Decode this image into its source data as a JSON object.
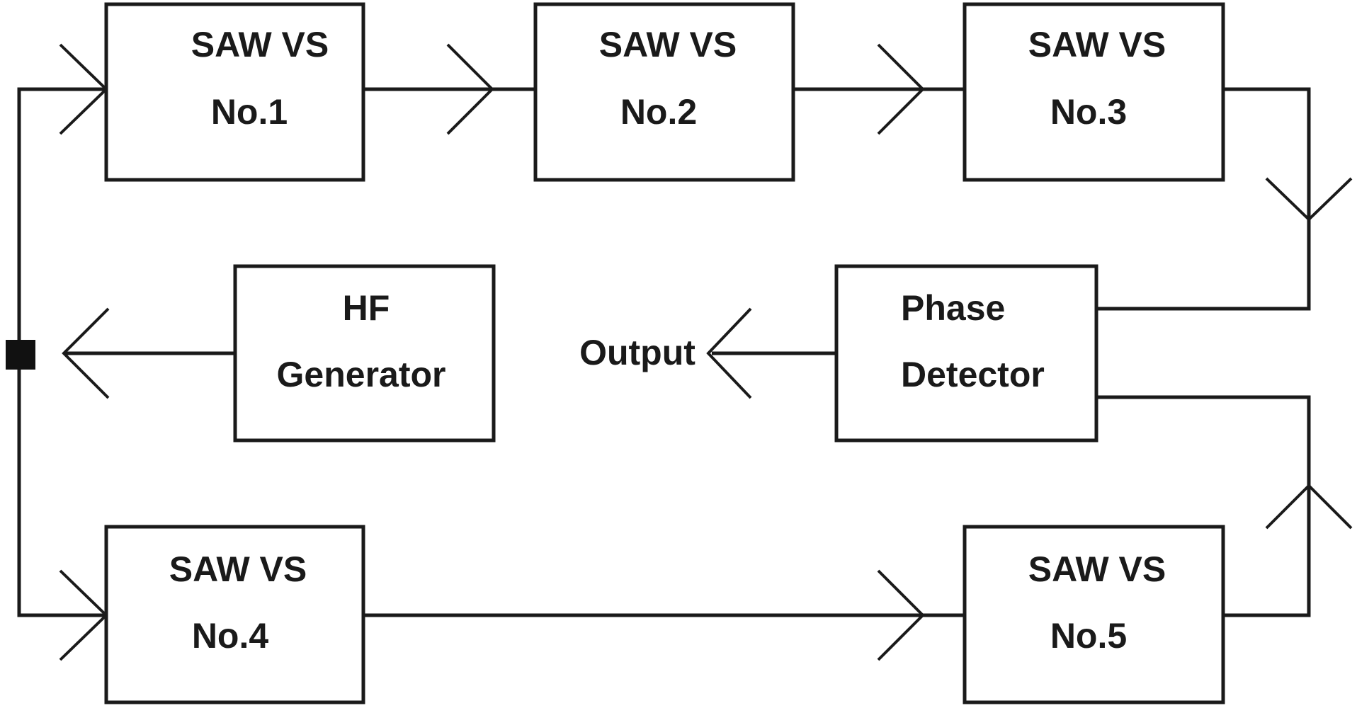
{
  "diagram": {
    "blocks": {
      "saw1": {
        "line1": "SAW VS",
        "line2": "No.1"
      },
      "saw2": {
        "line1": "SAW VS",
        "line2": "No.2"
      },
      "saw3": {
        "line1": "SAW VS",
        "line2": "No.3"
      },
      "saw4": {
        "line1": "SAW VS",
        "line2": "No.4"
      },
      "saw5": {
        "line1": "SAW VS",
        "line2": "No.5"
      },
      "hf": {
        "line1": "HF",
        "line2": "Generator"
      },
      "phase": {
        "line1": "Phase",
        "line2": "Detector"
      }
    },
    "output_label": "Output"
  },
  "colors": {
    "stroke": "#1a1a1a",
    "background": "#ffffff"
  }
}
